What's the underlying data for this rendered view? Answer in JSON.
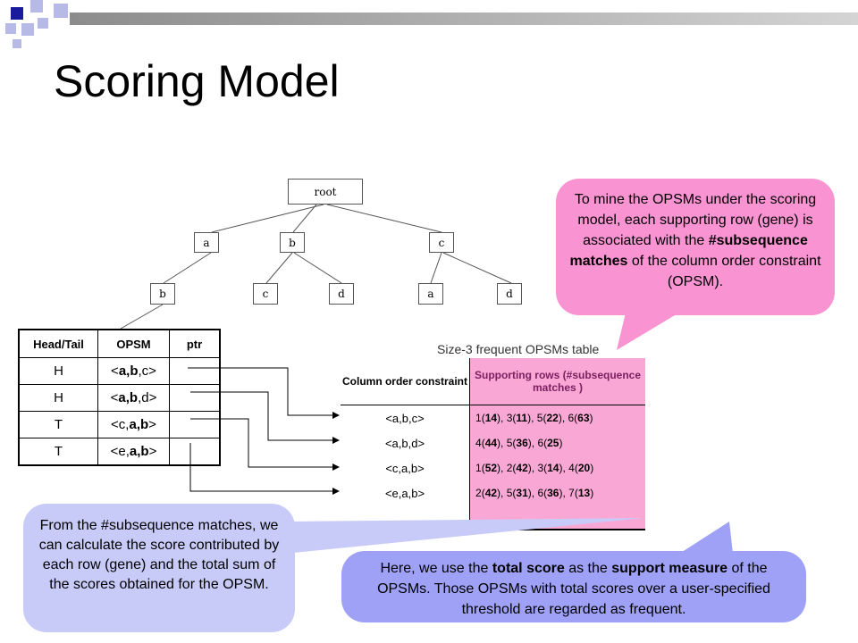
{
  "slide": {
    "title": "Scoring Model"
  },
  "tree": {
    "root": "root",
    "level1": [
      "a",
      "b",
      "c"
    ],
    "level2": [
      "b",
      "c",
      "d",
      "a",
      "d"
    ]
  },
  "head_tail_table": {
    "headers": [
      "Head/Tail",
      "OPSM",
      "ptr"
    ],
    "rows": [
      {
        "ht": "H",
        "opsm_pre": "<",
        "opsm_bold": "a,b",
        "opsm_post": ",c>"
      },
      {
        "ht": "H",
        "opsm_pre": "<",
        "opsm_bold": "a,b",
        "opsm_post": ",d>"
      },
      {
        "ht": "T",
        "opsm_pre": "<c,",
        "opsm_bold": "a,b",
        "opsm_post": ">"
      },
      {
        "ht": "T",
        "opsm_pre": "<e,",
        "opsm_bold": "a,b",
        "opsm_post": ">"
      }
    ]
  },
  "opsm_table": {
    "caption": "Size-3 frequent OPSMs table",
    "header_col1": "Column order constraint",
    "header_col2": "Supporting rows (#subsequence matches )",
    "rows": [
      {
        "constraint": "<a,b,c>",
        "support": [
          [
            "1",
            "14"
          ],
          [
            "3",
            "11"
          ],
          [
            "5",
            "22"
          ],
          [
            "6",
            "63"
          ]
        ]
      },
      {
        "constraint": "<a,b,d>",
        "support": [
          [
            "4",
            "44"
          ],
          [
            "5",
            "36"
          ],
          [
            "6",
            "25"
          ]
        ]
      },
      {
        "constraint": "<c,a,b>",
        "support": [
          [
            "1",
            "52"
          ],
          [
            "2",
            "42"
          ],
          [
            "3",
            "14"
          ],
          [
            "4",
            "20"
          ]
        ]
      },
      {
        "constraint": "<e,a,b>",
        "support": [
          [
            "2",
            "42"
          ],
          [
            "5",
            "31"
          ],
          [
            "6",
            "36"
          ],
          [
            "7",
            "13"
          ]
        ]
      }
    ]
  },
  "bubbles": {
    "pink": {
      "before": "To mine the OPSMs under the scoring model, each supporting row (gene) is associated with the ",
      "bold": "#subsequence matches",
      "after": " of the column order constraint (OPSM)."
    },
    "lavender": "From the #subsequence matches, we can calculate the score contributed by each row (gene) and the total sum of the scores obtained for the OPSM.",
    "periwinkle": {
      "p1": "Here, we use the ",
      "b1": "total score",
      "p2": " as the ",
      "b2": "support measure",
      "p3": " of the OPSMs. Those OPSMs with total scores over a user-specified threshold are regarded as frequent."
    }
  },
  "colors": {
    "square_dark": "#1a1a9c",
    "square_light": "#b7b9e6",
    "band": "#a8a8a8",
    "pink_bubble": "#f993d2",
    "lavender_bubble": "#c8cbf8",
    "periwinkle_bubble": "#9ea1f5",
    "support_cells": "#f9a8d6"
  }
}
